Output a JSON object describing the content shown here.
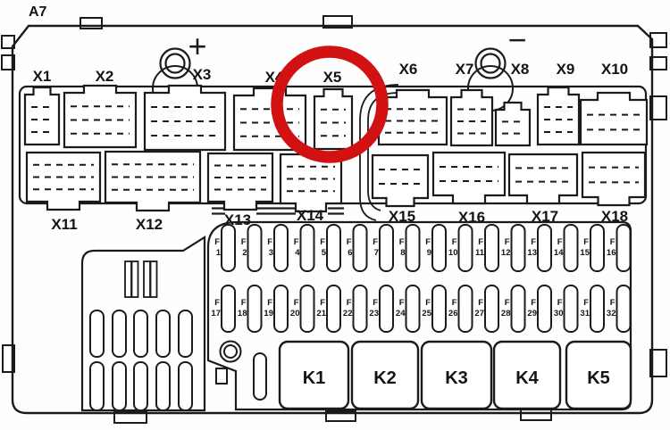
{
  "title": "A7",
  "terminals": {
    "positive": "+",
    "negative": "−"
  },
  "connectors_top": [
    "X1",
    "X2",
    "X3",
    "X4",
    "X5",
    "X6",
    "X7",
    "X8",
    "X9",
    "X10"
  ],
  "connectors_mid": [
    "X11",
    "X12",
    "X13",
    "X14",
    "X15",
    "X16",
    "X17",
    "X18"
  ],
  "fuse_prefix": "F",
  "fuses_row1": [
    "1",
    "2",
    "3",
    "4",
    "5",
    "6",
    "7",
    "8",
    "9",
    "10",
    "11",
    "12",
    "13",
    "14",
    "15",
    "16"
  ],
  "fuses_row2": [
    "17",
    "18",
    "19",
    "20",
    "21",
    "22",
    "23",
    "24",
    "25",
    "26",
    "27",
    "28",
    "29",
    "30",
    "31",
    "32"
  ],
  "relays": [
    "K1",
    "K2",
    "K3",
    "K4",
    "K5"
  ],
  "highlight": {
    "target": "X5",
    "color": "#d21212"
  }
}
